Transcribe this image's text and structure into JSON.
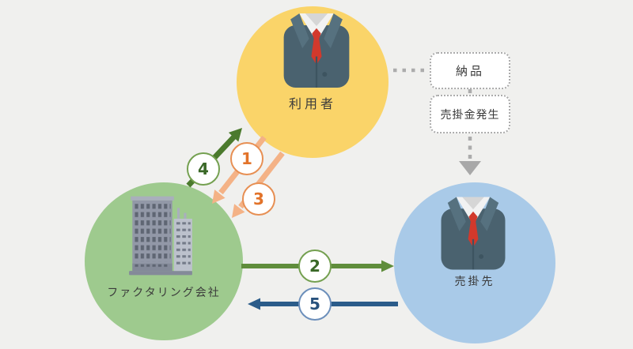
{
  "nodes": {
    "user": {
      "label": "利用者",
      "circle_color": "#FAD469",
      "icon": "businessman-suit"
    },
    "factoring_company": {
      "label": "ファクタリング会社",
      "circle_color": "#9ECA8E",
      "icon": "office-building"
    },
    "debtor": {
      "label": "売掛先",
      "circle_color": "#A9CAE8",
      "icon": "businessman-suit"
    }
  },
  "notes": {
    "delivery": {
      "label": "納品"
    },
    "receivable": {
      "label": "売掛金発生"
    },
    "connector_color": "#ABABAB"
  },
  "steps": [
    {
      "number": "1",
      "text_color": "#E2732A",
      "arrow_color": "#F4B286",
      "from": "利用者",
      "to": "ファクタリング会社"
    },
    {
      "number": "2",
      "text_color": "#3A6827",
      "arrow_color": "#5F8D3B",
      "from": "ファクタリング会社",
      "to": "売掛先"
    },
    {
      "number": "3",
      "text_color": "#E2732A",
      "arrow_color": "#F4B286",
      "from": "利用者",
      "to": "ファクタリング会社"
    },
    {
      "number": "4",
      "text_color": "#3C6B28",
      "arrow_color": "#4B7A2D",
      "from": "ファクタリング会社",
      "to": "利用者"
    },
    {
      "number": "5",
      "text_color": "#28527D",
      "arrow_color": "#2B5C8A",
      "from": "売掛先",
      "to": "ファクタリング会社"
    }
  ]
}
